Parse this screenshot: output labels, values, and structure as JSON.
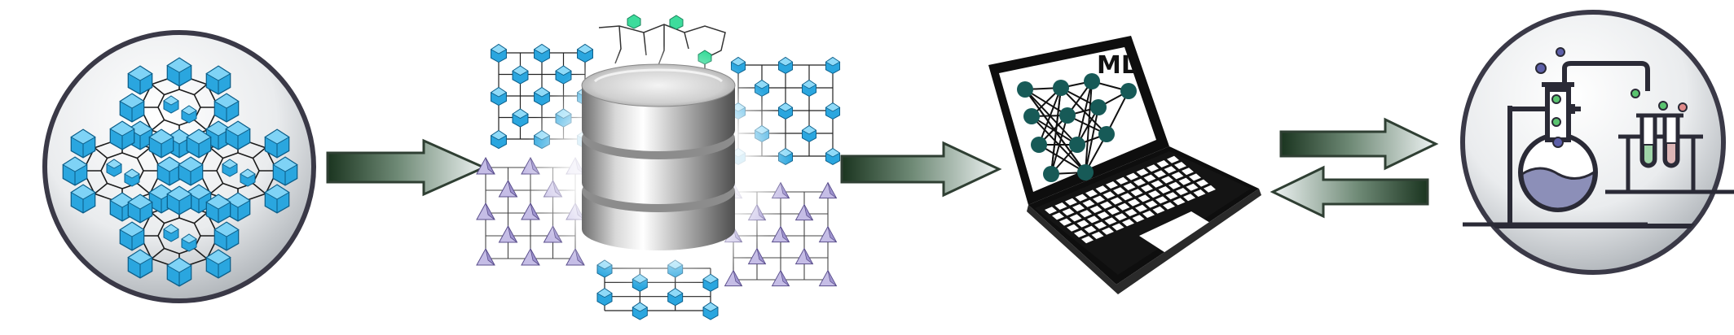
{
  "diagram": {
    "flow": [
      "mof-structure-panel",
      "structure-database",
      "ml-laptop",
      "lab-experiment-panel"
    ],
    "laptop_screen_label": "ML",
    "colors": {
      "arrow_dark": "#1e3a22",
      "arrow_light": "#e4ecec",
      "polyhedra_cyan": "#2aa6df",
      "polyhedra_lavender": "#b7addc",
      "network_node": "#175a57",
      "liquid": "#8c8fb8",
      "frame_dark": "#2a2a36"
    }
  }
}
